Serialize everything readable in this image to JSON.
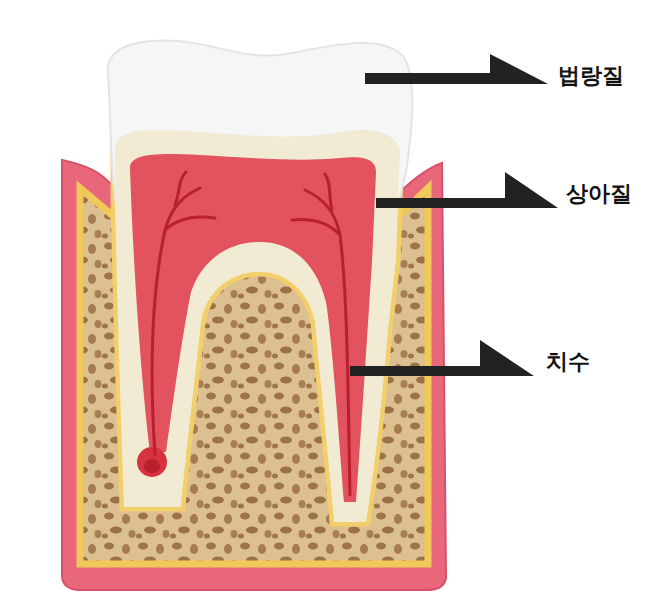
{
  "diagram": {
    "labels": [
      "법랑질",
      "상아질",
      "치수"
    ]
  }
}
